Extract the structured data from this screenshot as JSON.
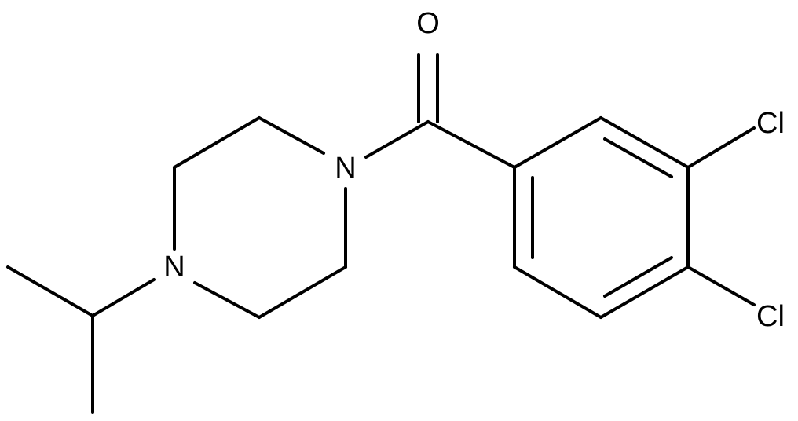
{
  "diagram": {
    "atoms": {
      "oxygen": "O",
      "nitrogen_amide": "N",
      "nitrogen_amine": "N",
      "chlorine_meta": "Cl",
      "chlorine_para": "Cl"
    },
    "colors": {
      "bond": "#000000",
      "label": "#000000",
      "background": "#ffffff"
    }
  }
}
